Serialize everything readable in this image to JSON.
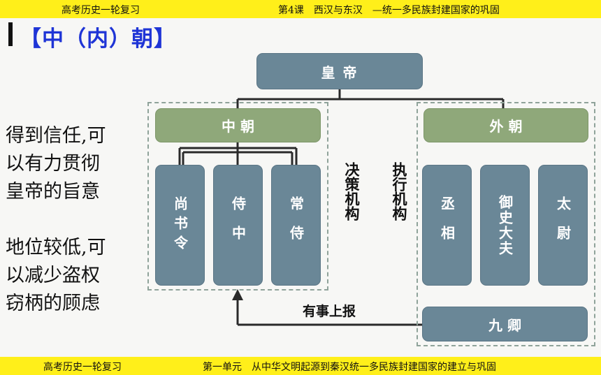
{
  "header": {
    "left": "高考历史一轮复习",
    "right": "第4课　西汉与东汉　—统一多民族封建国家的巩固"
  },
  "footer": {
    "left": "高考历史一轮复习",
    "right": "第一单元　从中华文明起源到秦汉统一多民族封建国家的建立与巩固"
  },
  "slide_title": "【中（内）朝】",
  "notes": {
    "block1": [
      "得到信任,可",
      "以有力贯彻",
      "皇帝的旨意"
    ],
    "block2": [
      "地位较低,可",
      "以减少盗权",
      "窃柄的顾虑"
    ]
  },
  "diagram": {
    "emperor": "皇 帝",
    "inner_court": "中 朝",
    "outer_court": "外 朝",
    "inner_offices": [
      "尚书令",
      "侍中",
      "常侍"
    ],
    "outer_offices": [
      "丞相",
      "御史大夫",
      "太尉"
    ],
    "nine_ministers": "九 卿",
    "decision_label": "决策机构",
    "execution_label": "执行机构",
    "report_label": "有事上报"
  },
  "colors": {
    "header_bar": "#ffef1a",
    "slate_box": "#6a8797",
    "olive_box": "#8fa87a",
    "title_blue": "#1f35d6"
  }
}
